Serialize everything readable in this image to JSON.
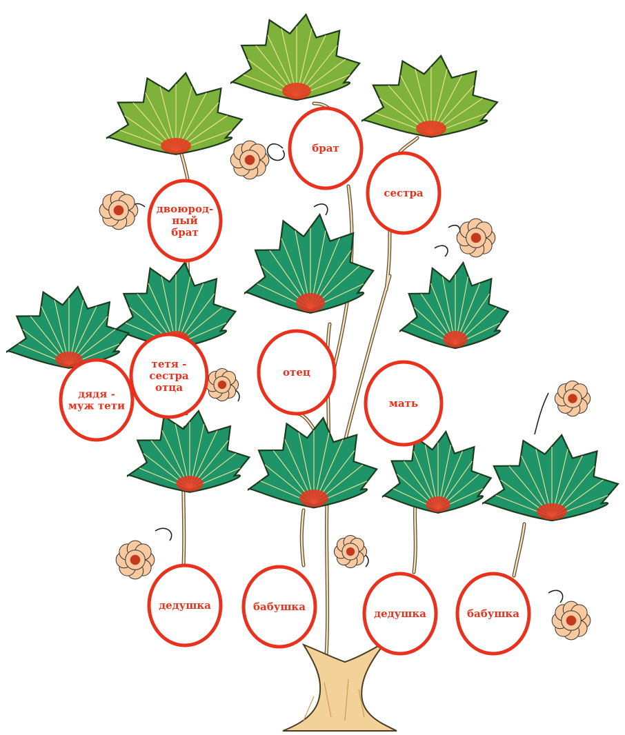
{
  "colors": {
    "circle_stroke": "#e8321e",
    "label_text": "#e8321e",
    "leaf_light_fill": "#7fb23a",
    "leaf_dark_fill": "#1f9468",
    "leaf_outline": "#1c3a1c",
    "leaf_vein": "#f5e79a",
    "leaf_heart": "#e8321e",
    "flower_fill": "#f9c9a0",
    "flower_center": "#c43a1e",
    "trunk_fill": "#f3d29a",
    "trunk_outline": "#4a3a20",
    "stem_color": "#5a4a2a"
  },
  "icons": {
    "leaf": "leaf-icon",
    "flower": "flower-icon",
    "trunk": "tree-trunk"
  },
  "nodes": [
    {
      "id": "brat",
      "lines": [
        "брат"
      ]
    },
    {
      "id": "sestra",
      "lines": [
        "сестра"
      ]
    },
    {
      "id": "dvoyurodny-brat",
      "lines": [
        "двоюрод-",
        "ный",
        "брат"
      ]
    },
    {
      "id": "tetya",
      "lines": [
        "тетя -",
        "сестра",
        "отца"
      ]
    },
    {
      "id": "dyadya",
      "lines": [
        "дядя -",
        "муж тети"
      ]
    },
    {
      "id": "otets",
      "lines": [
        "отец"
      ]
    },
    {
      "id": "mat",
      "lines": [
        "мать"
      ]
    },
    {
      "id": "dedushka-1",
      "lines": [
        "дедушка"
      ]
    },
    {
      "id": "babushka-1",
      "lines": [
        "бабушка"
      ]
    },
    {
      "id": "dedushka-2",
      "lines": [
        "дедушка"
      ]
    },
    {
      "id": "babushka-2",
      "lines": [
        "бабушка"
      ]
    }
  ]
}
